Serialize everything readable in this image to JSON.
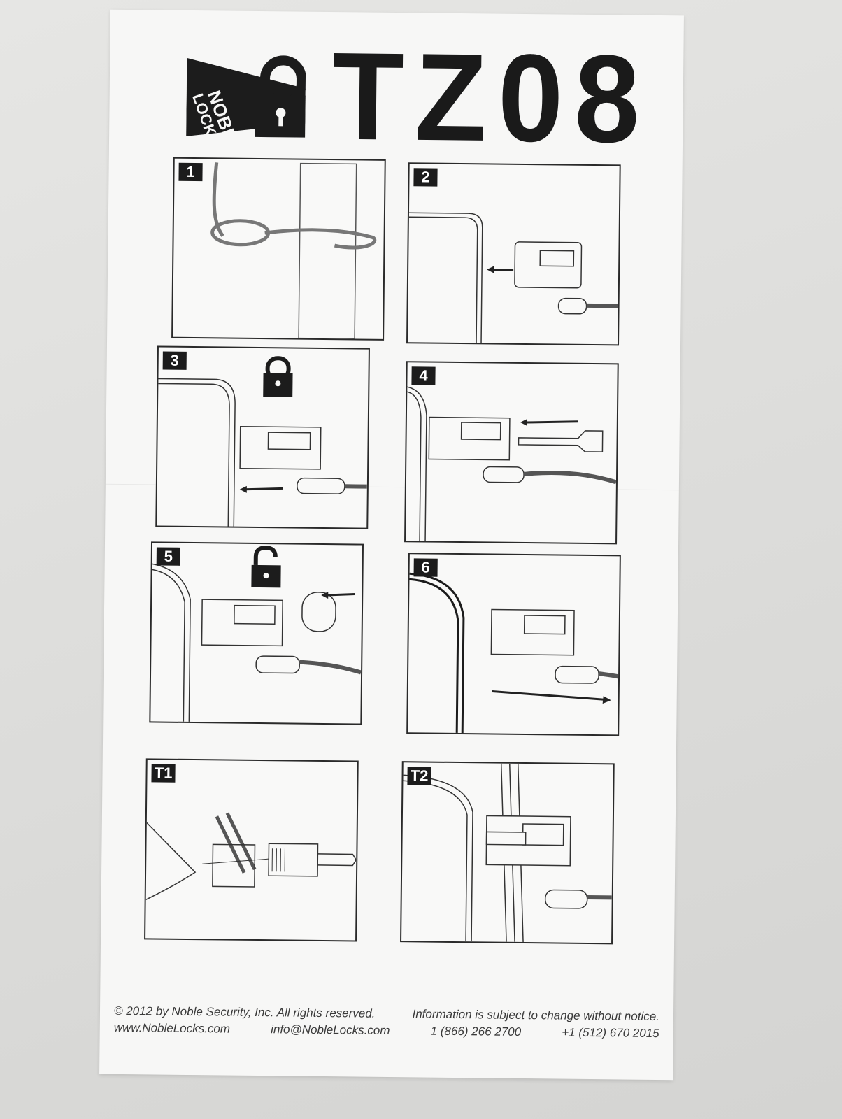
{
  "brand": {
    "logo_text_top": "NOBLE",
    "logo_text_bottom": "LOCKS"
  },
  "model": "TZ08",
  "steps": [
    {
      "label": "1",
      "icon": "cable-loop"
    },
    {
      "label": "2",
      "icon": "insert-lock"
    },
    {
      "label": "3",
      "icon": "locked-padlock"
    },
    {
      "label": "4",
      "icon": "insert-key"
    },
    {
      "label": "5",
      "icon": "unlocked-padlock"
    },
    {
      "label": "6",
      "icon": "remove-lock"
    },
    {
      "label": "T1",
      "icon": "tsa-tool"
    },
    {
      "label": "T2",
      "icon": "mount-lock"
    }
  ],
  "footer": {
    "copyright": "© 2012 by Noble Security, Inc.  All rights reserved.",
    "notice": "Information is subject to change without notice.",
    "website": "www.NobleLocks.com",
    "email": "info@NobleLocks.com",
    "phone_us": "1 (866) 266 2700",
    "phone_intl": "+1 (512) 670 2015"
  }
}
